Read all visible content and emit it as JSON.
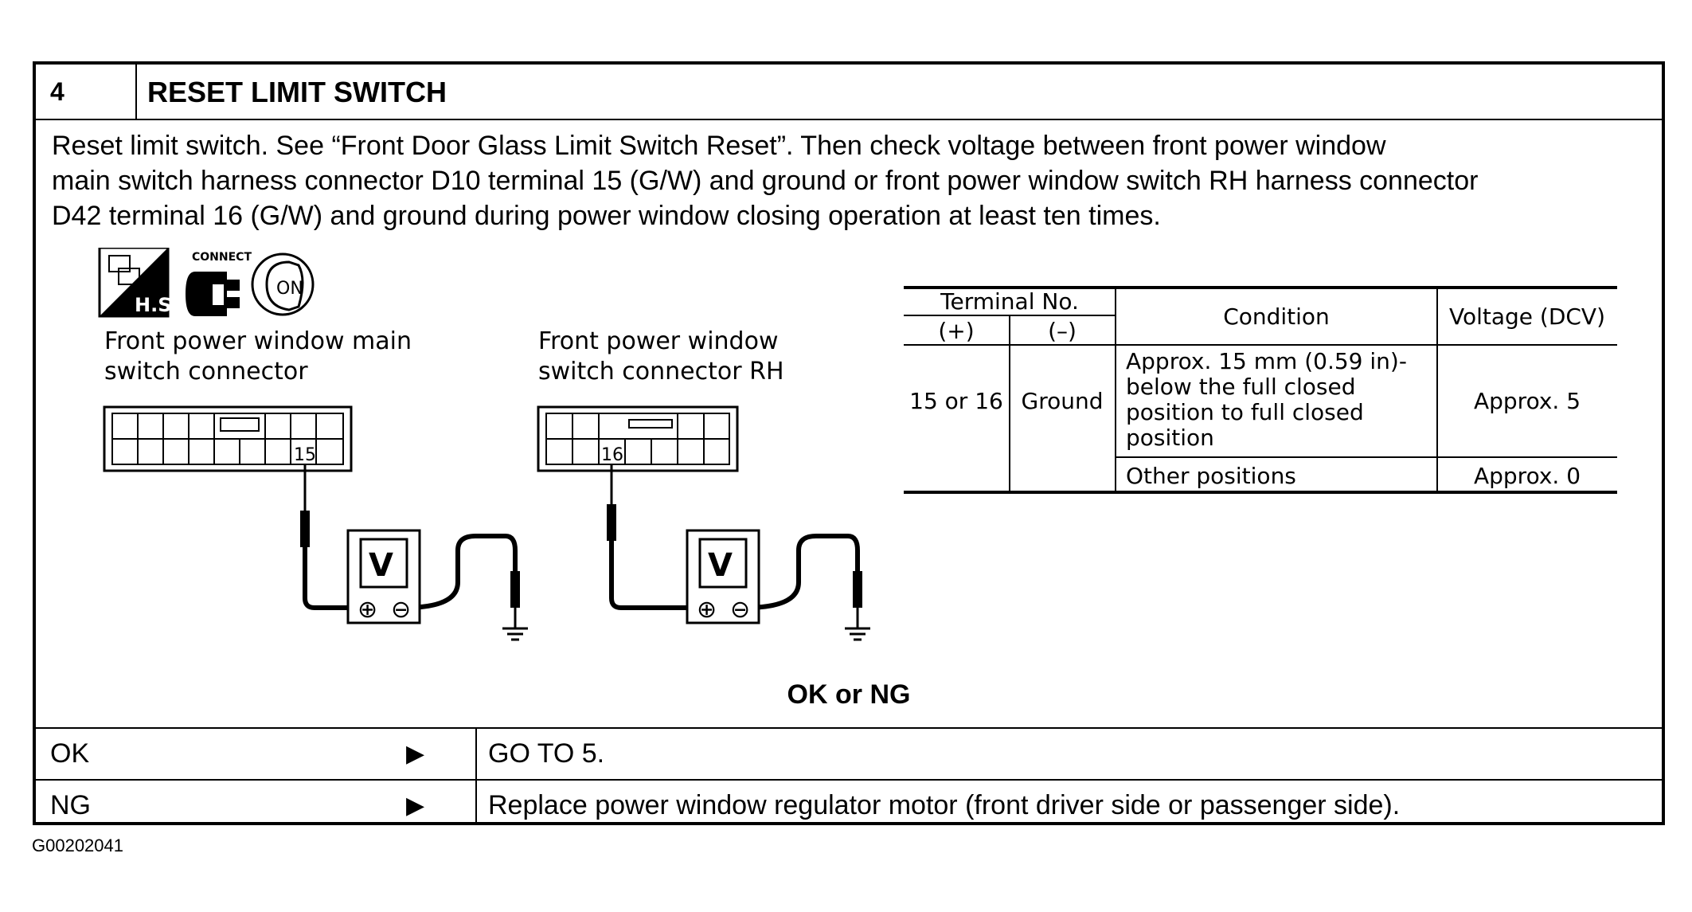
{
  "step": {
    "number": "4",
    "title": "RESET LIMIT SWITCH"
  },
  "description": {
    "line1": "Reset limit switch. See “Front Door Glass Limit Switch Reset”. Then check voltage between front power window",
    "line2": "main switch harness connector D10 terminal 15 (G/W) and ground or front power window switch RH harness connector",
    "line3": "D42 terminal 16 (G/W) and ground during power window closing operation at least ten times."
  },
  "icons": {
    "hs_label": "H.S.",
    "connect_label": "CONNECT",
    "ignition_label": "ON"
  },
  "connectors": {
    "main": {
      "line1": "Front power window main",
      "line2": "switch connector",
      "terminal": "15"
    },
    "rh": {
      "line1": "Front power window",
      "line2": "switch connector RH",
      "terminal": "16"
    }
  },
  "meter": {
    "label": "V",
    "plus": "⊕",
    "minus": "⊖"
  },
  "table": {
    "col_terminal": "Terminal No.",
    "col_plus": "(+)",
    "col_minus": "(–)",
    "col_condition": "Condition",
    "col_voltage": "Voltage (DCV)",
    "terminal_plus": "15 or 16",
    "terminal_minus": "Ground",
    "rows": [
      {
        "condition_lines": [
          "Approx. 15 mm (0.59 in)-",
          "below the full closed",
          "position to full closed",
          "position"
        ],
        "voltage": "Approx. 5"
      },
      {
        "condition_lines": [
          "Other positions"
        ],
        "voltage": "Approx. 0"
      }
    ]
  },
  "prompt": "OK or NG",
  "results": [
    {
      "label": "OK",
      "arrow": "▶",
      "text": "GO TO 5."
    },
    {
      "label": "NG",
      "arrow": "▶",
      "text": "Replace power window regulator motor (front driver side or passenger side)."
    }
  ],
  "figure_id": "G00202041"
}
